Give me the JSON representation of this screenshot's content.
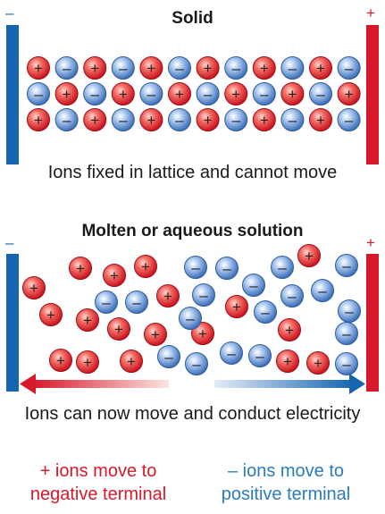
{
  "solid": {
    "title": "Solid",
    "caption": "Ions fixed in lattice and cannot move",
    "minus_sign": "–",
    "plus_sign": "+"
  },
  "molten": {
    "title": "Molten or aqueous solution",
    "caption": "Ions can now move and conduct electricity",
    "minus_sign": "–",
    "plus_sign": "+"
  },
  "legend": {
    "positive_line1": "+ ions move to",
    "positive_line2": "negative terminal",
    "negative_line1": "– ions move to",
    "negative_line2": "positive terminal"
  },
  "ion_symbols": {
    "positive": "+",
    "negative": "–"
  },
  "lattice": {
    "rows": 3,
    "columns": 12
  },
  "colors": {
    "negative_terminal": "#1565b0",
    "positive_terminal": "#d7192b",
    "positive_ion": "#e8343c",
    "negative_ion": "#5d8fd6",
    "positive_text": "#d7192b",
    "negative_text": "#2a7bbf"
  }
}
